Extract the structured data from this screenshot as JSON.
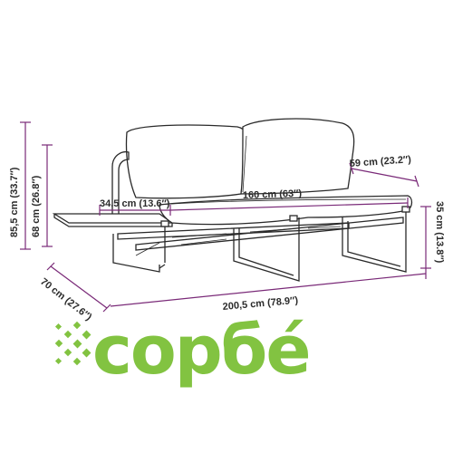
{
  "dimensions": {
    "height_total": "85,5 cm (33.7″)",
    "height_back": "68 cm (26.8″)",
    "seat_depth": "59 cm (23.2″)",
    "armrest_width": "34,5 cm (13.6″)",
    "seat_width": "160 cm (63″)",
    "seat_height": "35 cm (13.8″)",
    "depth_total": "70 cm (27.6″)",
    "width_total": "200,5 cm (78.9″)"
  },
  "brand": {
    "name": "сорбé",
    "color": "#82c341"
  },
  "colors": {
    "dimension_line": "#7a2a78",
    "outline": "#2a2a2a"
  }
}
